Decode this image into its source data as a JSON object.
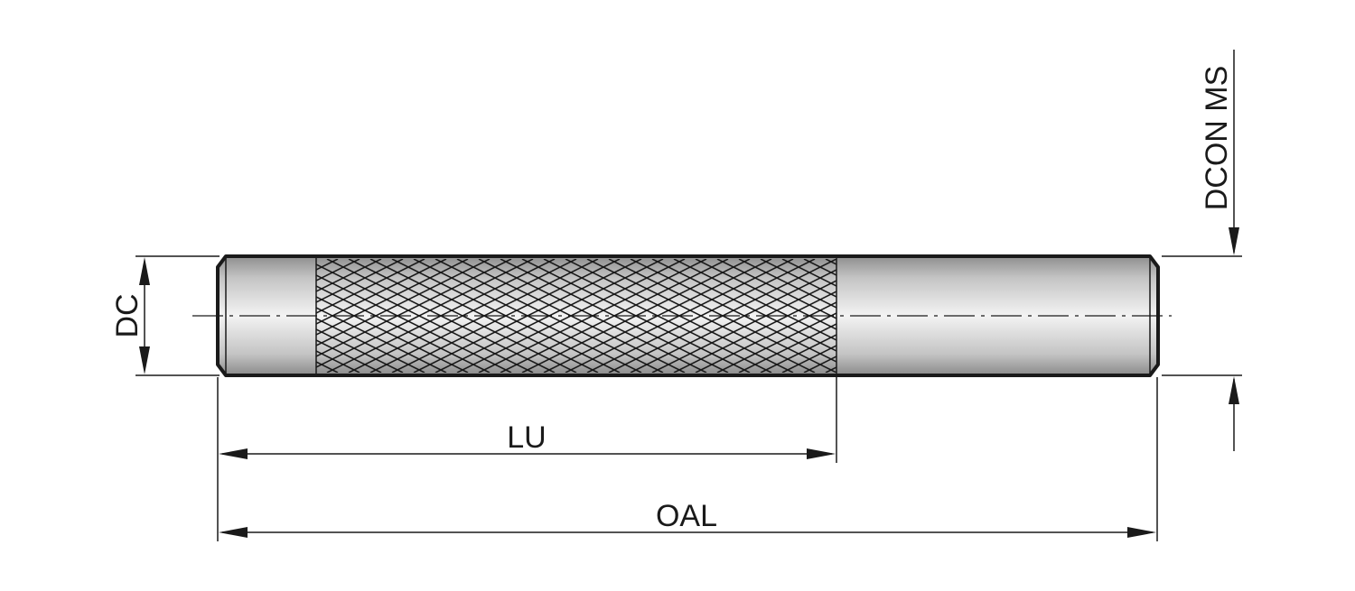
{
  "dimensions": {
    "dc": "DC",
    "lu": "LU",
    "oal": "OAL",
    "dcon_ms": "DCON MS"
  },
  "icons": {
    "tool": "cylindrical-knurled-pin-icon"
  },
  "colors": {
    "line": "#1a1a1a",
    "shade_dark": "#8c8c8c",
    "shade_light": "#f2f2f2"
  }
}
